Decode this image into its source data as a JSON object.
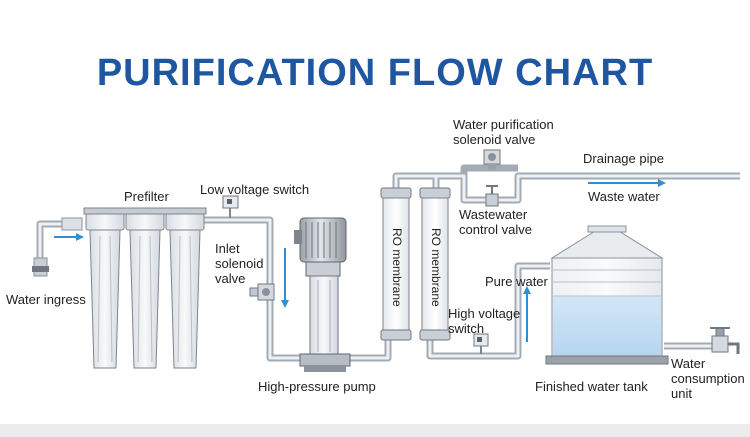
{
  "title": "PURIFICATION FLOW CHART",
  "labels": {
    "water_ingress": "Water ingress",
    "prefilter": "Prefilter",
    "low_voltage_switch": "Low voltage switch",
    "inlet_solenoid_valve": "Inlet\nsolenoid\nvalve",
    "high_pressure_pump": "High-pressure pump",
    "ro_membrane_1": "RO membrane",
    "ro_membrane_2": "RO membrane",
    "water_purification_solenoid_valve": "Water purification\nsolenoid valve",
    "drainage_pipe": "Drainage pipe",
    "waste_water": "Waste water",
    "wastewater_control_valve": "Wastewater\ncontrol valve",
    "pure_water": "Pure water",
    "high_voltage_switch": "High voltage\nswitch",
    "finished_water_tank": "Finished water tank",
    "water_consumption_unit": "Water\nconsumption\nunit"
  },
  "colors": {
    "title": "#1e56a0",
    "flow_arrow": "#2f8fd0",
    "pipe_stroke": "#9aa3ad",
    "tank_water": "#bcd9f2"
  }
}
